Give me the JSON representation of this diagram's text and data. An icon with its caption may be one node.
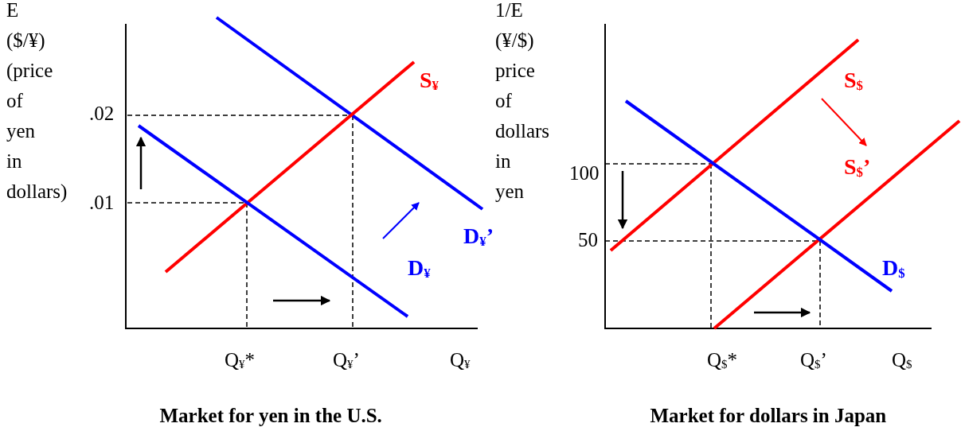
{
  "diagram": {
    "labels": [
      "E ($/¥) (price of yen in dollars)",
      ".02",
      ".01",
      "S$_{¥}$",
      "D$_{¥}$’",
      "D$_{¥}$",
      "Q$_{¥}$*",
      "Q$_{¥}$’",
      "Q$_{¥}$",
      "Market for yen in the U.S.",
      "1/E (¥/$) price of dollars in yen",
      "100",
      "50",
      "S$_{$}$",
      "S$_{$}$’",
      "D$_{$}$",
      "Q$_{$}$*",
      "Q$_{$}$’",
      "Q$_{$}$",
      "Market for dollars in Japan"
    ]
  }
}
